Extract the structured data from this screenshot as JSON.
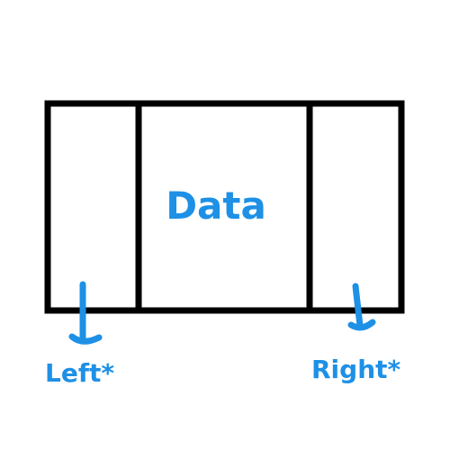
{
  "diagram": {
    "center_label": "Data",
    "left_label": "Left*",
    "right_label": "Right*",
    "colors": {
      "outline": "#000000",
      "ink": "#1e90e6",
      "background": "#ffffff"
    }
  }
}
